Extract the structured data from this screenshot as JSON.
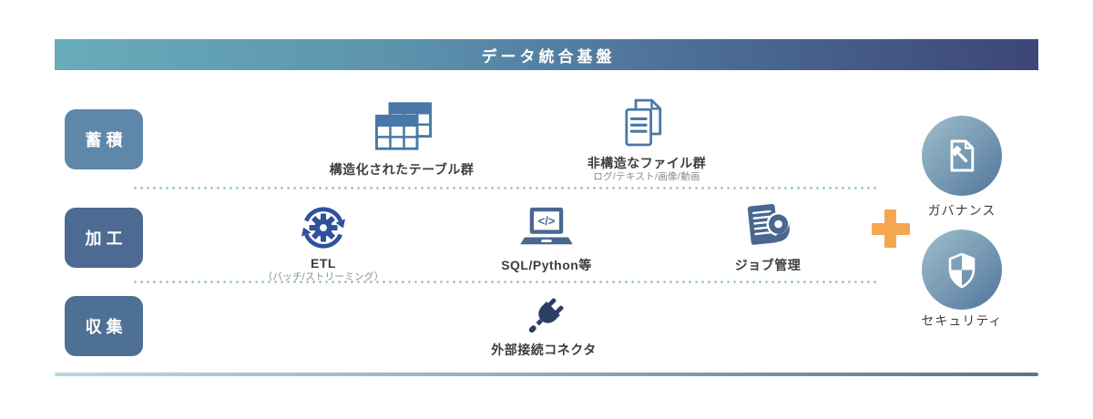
{
  "header": {
    "title": "データ統合基盤"
  },
  "rows": [
    {
      "label": "蓄積"
    },
    {
      "label": "加工"
    },
    {
      "label": "収集"
    }
  ],
  "items": {
    "structured_tables": {
      "label": "構造化されたテーブル群"
    },
    "unstructured_files": {
      "label": "非構造なファイル群",
      "sublabel": "ログ/テキスト/画像/動画"
    },
    "etl": {
      "label": "ETL",
      "sublabel": "（バッチ/ストリーミング）"
    },
    "sql_python": {
      "label": "SQL/Python等",
      "icon_code": "</>"
    },
    "job_management": {
      "label": "ジョブ管理"
    },
    "connector": {
      "label": "外部接続コネクタ"
    },
    "governance": {
      "label": "ガバナンス"
    },
    "security": {
      "label": "セキュリティ"
    }
  },
  "colors": {
    "header_gradient_start": "#68acba",
    "header_gradient_end": "#3c4677",
    "row_box_storage": "#5e87a9",
    "row_box_process": "#4c6a92",
    "row_box_collect": "#4e7094",
    "icon_blue": "#4878a8",
    "icon_navy": "#30519b",
    "icon_slate": "#4a6791",
    "icon_dark_navy": "#2c3e63",
    "accent_orange": "#f4a74f",
    "circle_gradient_light": "#9cbecb",
    "circle_gradient_dark": "#50749f",
    "dotted_line": "#9fc3d8",
    "label_text": "#3d3d3d",
    "sublabel_text": "#8a8a8a"
  }
}
